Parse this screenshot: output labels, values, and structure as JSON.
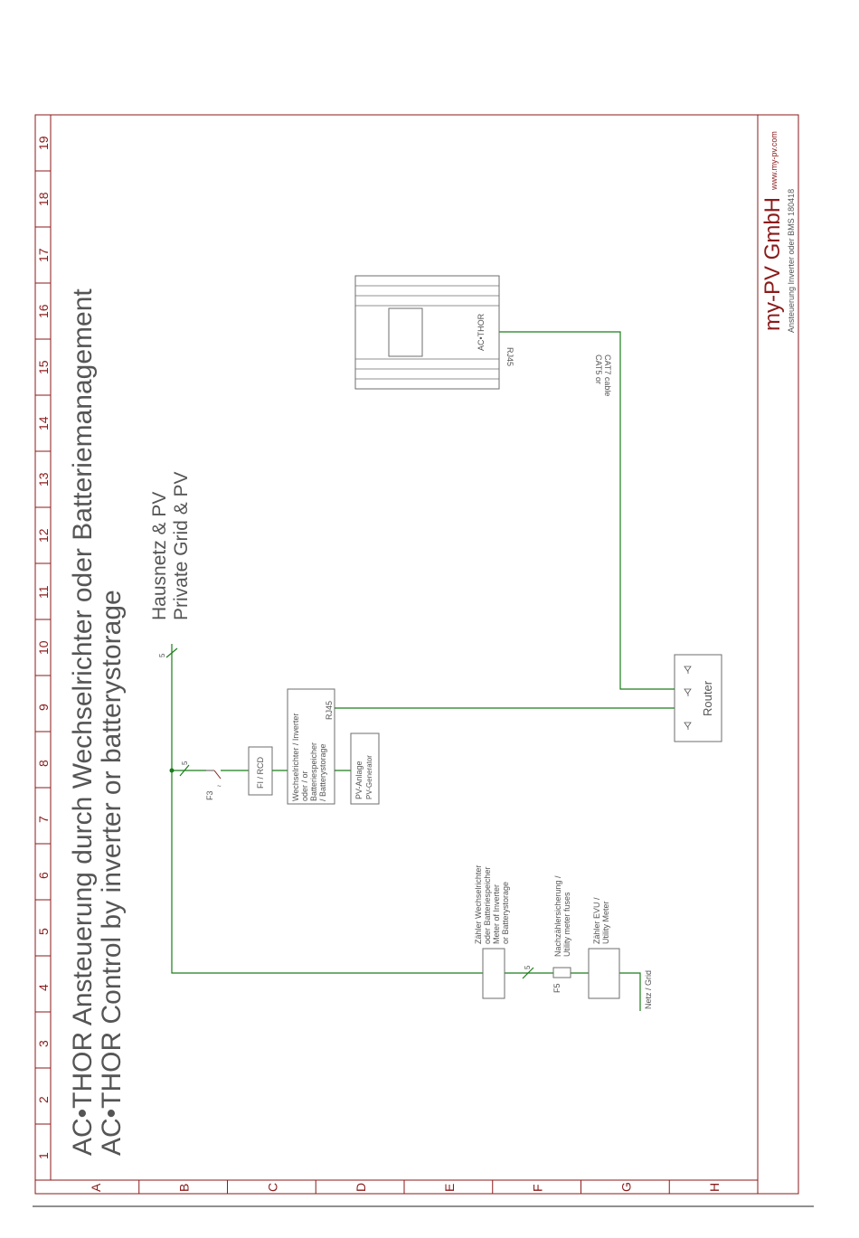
{
  "title": {
    "line1": "AC•THOR Ansteuerung durch Wechselrichter oder Batteriemanagement",
    "line2": "AC•THOR Control by inverter or batterystorage"
  },
  "subtitle": {
    "line1": "Hausnetz & PV",
    "line2": "Private Grid & PV"
  },
  "grid_columns": [
    "1",
    "2",
    "3",
    "4",
    "5",
    "6",
    "7",
    "8",
    "9",
    "10",
    "11",
    "12",
    "13",
    "14",
    "15",
    "16",
    "17",
    "18",
    "19"
  ],
  "grid_rows": [
    "A",
    "B",
    "C",
    "D",
    "E",
    "F",
    "G",
    "H"
  ],
  "labels": {
    "wire_count_top": "5",
    "wire_count_f3": "5",
    "wire_count_f5": "5",
    "f3": "F3",
    "f5": "F5",
    "fi_rcd": "FI / RCD",
    "inverter": [
      "Wechselrichter / Inverter",
      "oder / or",
      "Batteriespeicher",
      "/ Batterystorage"
    ],
    "rj45_inverter": "RJ45",
    "pv": [
      "PV-Anlage",
      "PV-Generator"
    ],
    "router": "Router",
    "acthor": "AC•THOR",
    "rj45_acthor": "RJ45",
    "cable": [
      "CAT7 cable",
      "CAT5 or"
    ],
    "meter_inverter": [
      "Zähler Wechselrichter",
      "oder Batteriespeicher",
      "Meter of Inverter",
      "or Batterystorage"
    ],
    "meter_fuses": [
      "Nachzählersicherung /",
      "Utility meter fuses"
    ],
    "utility_meter": [
      "Zähler EVU /",
      "Utility Meter"
    ],
    "grid": "Netz / Grid"
  },
  "brand": {
    "name": "my-PV GmbH",
    "url": "www.my-pv.com",
    "doc": "Ansteuerung Inverter oder BMS 180418"
  },
  "colors": {
    "frame": "#8b1a1a",
    "wire": "#1b7d1b",
    "text": "#555555"
  }
}
